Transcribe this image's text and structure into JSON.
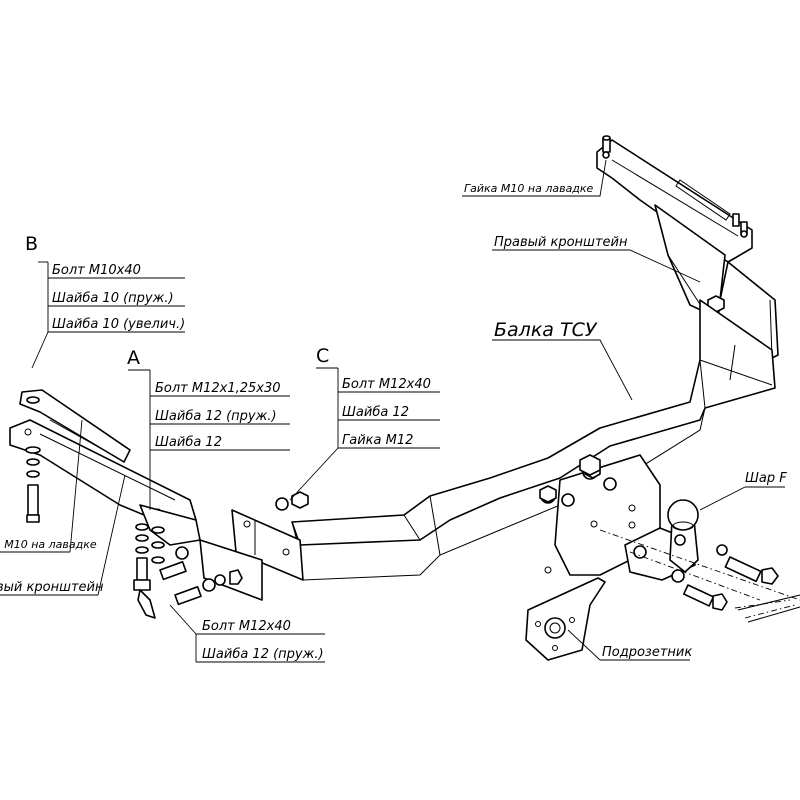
{
  "group_a": {
    "letter": "A",
    "lines": [
      "Болт М12х1,25х30",
      "Шайба 12 (пруж.)",
      "Шайба 12"
    ]
  },
  "group_b": {
    "letter": "B",
    "lines": [
      "Болт М10х40",
      "Шайба 10 (пруж.)",
      "Шайба 10 (увелич.)"
    ]
  },
  "group_c": {
    "letter": "C",
    "lines": [
      "Болт М12х40",
      "Шайба 12",
      "Гайка М12"
    ]
  },
  "group_lower_left": {
    "lines": [
      "Болт М12х40",
      "Шайба 12 (пруж.)"
    ]
  },
  "labels": {
    "nut_right": "Гайка М10 на лавадке",
    "bracket_right": "Правый кронштейн",
    "beam": "Балка ТСУ",
    "ball": "Шар F",
    "socket_plate": "Подрозетник",
    "nut_left_partial": "а М10 на лавадке",
    "bracket_left_partial": "вый кронштейн"
  }
}
